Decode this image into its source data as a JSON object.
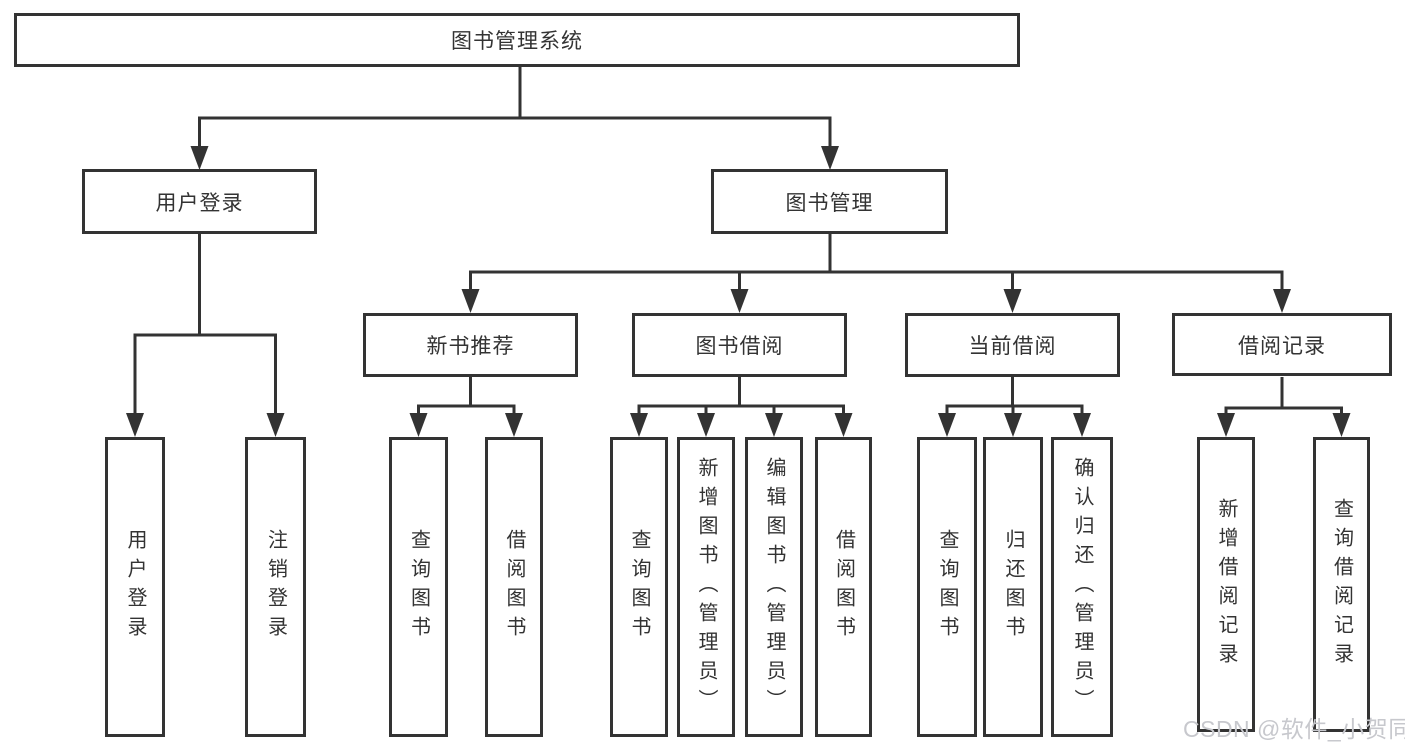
{
  "colors": {
    "line": "#333333",
    "text": "#333333",
    "box_background": "#ffffff",
    "page_background": "#ffffff",
    "watermark": "#c7c8cd"
  },
  "watermark": "CSDN @软件_小贺同学",
  "nodes": {
    "root": "图书管理系统",
    "user_login": "用户登录",
    "book_management": "图书管理",
    "new_book_recommend": "新书推荐",
    "book_borrowing": "图书借阅",
    "current_borrowing": "当前借阅",
    "borrowing_records": "借阅记录",
    "login": "用户登录",
    "logout": "注销登录",
    "recommend_query_books": "查询图书",
    "recommend_borrow_books": "借阅图书",
    "borrowing_query_books": "查询图书",
    "borrowing_add_books": "新增图书（管理员）",
    "borrowing_edit_books": "编辑图书（管理员）",
    "borrowing_borrow_books": "借阅图书",
    "current_query_books": "查询图书",
    "current_return_books": "归还图书",
    "current_confirm_return": "确认归还（管理员）",
    "records_add_record": "新增借阅记录",
    "records_query_record": "查询借阅记录"
  },
  "hierarchy": {
    "图书管理系统": {
      "用户登录": [
        "用户登录",
        "注销登录"
      ],
      "图书管理": {
        "新书推荐": [
          "查询图书",
          "借阅图书"
        ],
        "图书借阅": [
          "查询图书",
          "新增图书（管理员）",
          "编辑图书（管理员）",
          "借阅图书"
        ],
        "当前借阅": [
          "查询图书",
          "归还图书",
          "确认归还（管理员）"
        ],
        "借阅记录": [
          "新增借阅记录",
          "查询借阅记录"
        ]
      }
    }
  }
}
